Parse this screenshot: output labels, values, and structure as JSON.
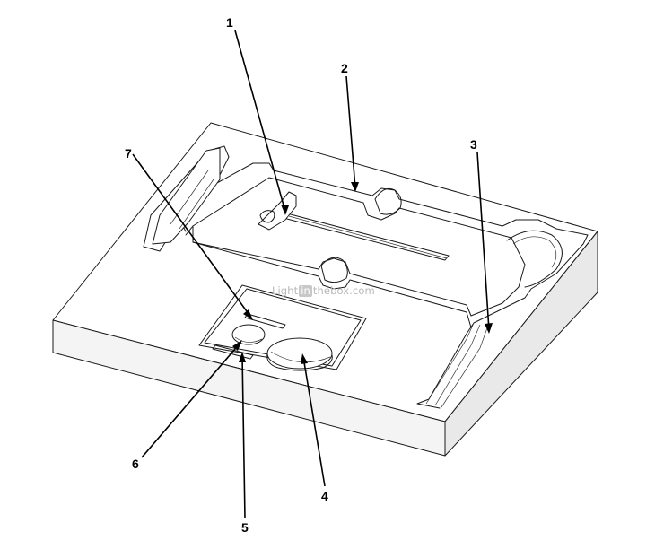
{
  "diagram": {
    "callouts": [
      {
        "id": "1",
        "label": "1"
      },
      {
        "id": "2",
        "label": "2"
      },
      {
        "id": "3",
        "label": "3"
      },
      {
        "id": "4",
        "label": "4"
      },
      {
        "id": "5",
        "label": "5"
      },
      {
        "id": "6",
        "label": "6"
      },
      {
        "id": "7",
        "label": "7"
      }
    ]
  },
  "watermark": {
    "prefix": "Light",
    "boxed": "in",
    "suffix": "thebox.com"
  }
}
